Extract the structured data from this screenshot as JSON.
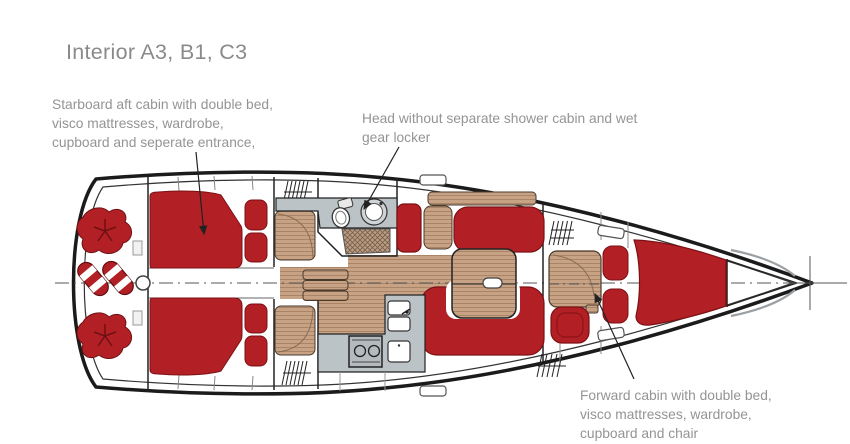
{
  "title": "Interior A3, B1, C3",
  "annotations": {
    "aft_cabin": {
      "lines": [
        "Starboard aft cabin with double bed,",
        "visco mattresses, wardrobe,",
        "cupboard and seperate entrance,"
      ]
    },
    "head": {
      "lines": [
        "Head without separate shower cabin and wet",
        "gear locker"
      ]
    },
    "forward_cabin": {
      "lines": [
        "Forward cabin with double bed,",
        "visco mattresses, wardrobe,",
        "cupboard and chair"
      ]
    }
  },
  "colors": {
    "upholstery_red": "#b22025",
    "wood_tan": "#c7a284",
    "counter_gray": "#bcc3c7",
    "hull_outline": "#1b1b1b",
    "annotation_text": "#949494",
    "title_text": "#8a8a8a"
  }
}
